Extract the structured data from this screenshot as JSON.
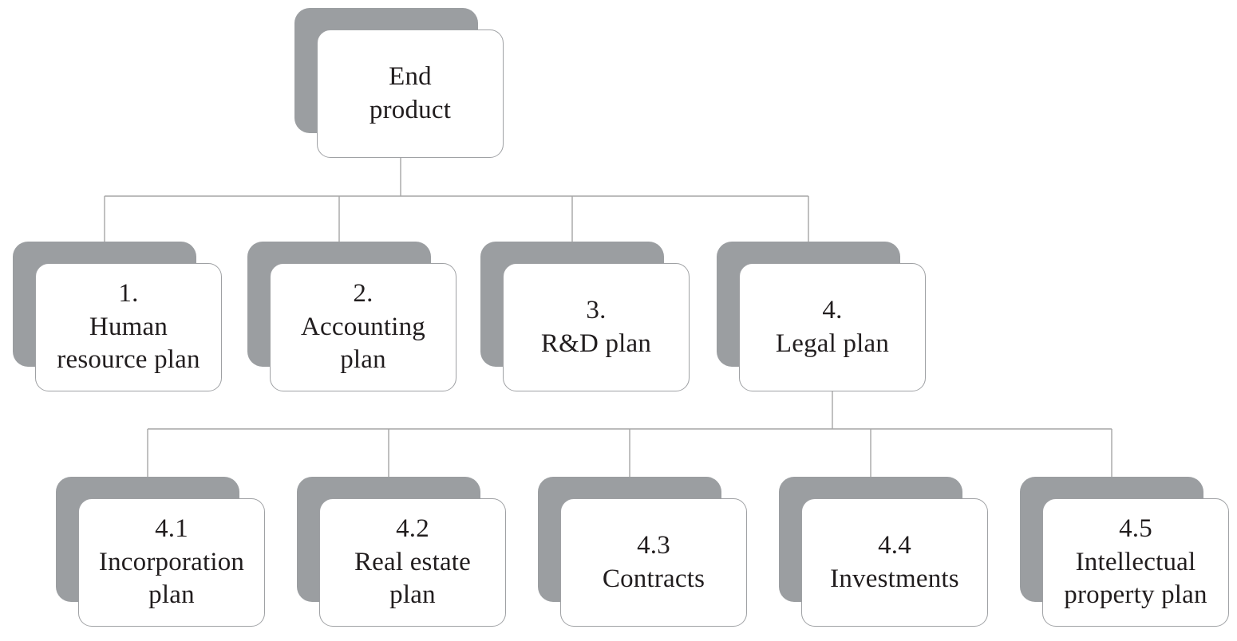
{
  "diagram": {
    "type": "work-breakdown-structure",
    "colors": {
      "shadow_gray": "#9b9ea1",
      "box_fill": "#ffffff",
      "box_border": "#9fa1a4",
      "connector_line": "#a6a6a6",
      "text": "#211d1e"
    },
    "root": {
      "text": "End product",
      "lines": [
        "End",
        "product"
      ]
    },
    "level2": [
      {
        "number": "1.",
        "title": "Human resource plan",
        "lines": [
          "1.",
          "Human",
          "resource plan"
        ]
      },
      {
        "number": "2.",
        "title": "Accounting plan",
        "lines": [
          "2.",
          "Accounting",
          "plan"
        ]
      },
      {
        "number": "3.",
        "title": "R&D plan",
        "lines": [
          "3.",
          "R&D plan"
        ]
      },
      {
        "number": "4.",
        "title": "Legal plan",
        "lines": [
          "4.",
          "Legal plan"
        ]
      }
    ],
    "level3": [
      {
        "number": "4.1",
        "title": "Incorporation plan",
        "lines": [
          "4.1",
          "Incorporation",
          "plan"
        ]
      },
      {
        "number": "4.2",
        "title": "Real estate plan",
        "lines": [
          "4.2",
          "Real estate",
          "plan"
        ]
      },
      {
        "number": "4.3",
        "title": "Contracts",
        "lines": [
          "4.3",
          "Contracts"
        ]
      },
      {
        "number": "4.4",
        "title": "Investments",
        "lines": [
          "4.4",
          "Investments"
        ]
      },
      {
        "number": "4.5",
        "title": "Intellectual property plan",
        "lines": [
          "4.5",
          "Intellectual",
          "property plan"
        ]
      }
    ],
    "edges": [
      {
        "from": "End product",
        "to": "1. Human resource plan"
      },
      {
        "from": "End product",
        "to": "2. Accounting plan"
      },
      {
        "from": "End product",
        "to": "3. R&D plan"
      },
      {
        "from": "End product",
        "to": "4. Legal plan"
      },
      {
        "from": "4. Legal plan",
        "to": "4.1 Incorporation plan"
      },
      {
        "from": "4. Legal plan",
        "to": "4.2 Real estate plan"
      },
      {
        "from": "4. Legal plan",
        "to": "4.3 Contracts"
      },
      {
        "from": "4. Legal plan",
        "to": "4.4 Investments"
      },
      {
        "from": "4. Legal plan",
        "to": "4.5 Intellectual property plan"
      }
    ]
  }
}
